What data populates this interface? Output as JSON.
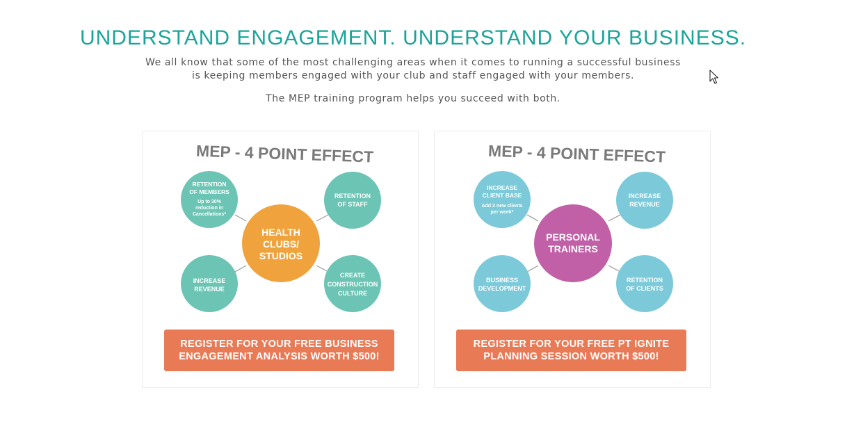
{
  "header": {
    "title": "UNDERSTAND ENGAGEMENT. UNDERSTAND YOUR BUSINESS.",
    "intro_line1": "We all know that some of the most challenging areas when it comes to running a successful business",
    "intro_line2": "is keeping members engaged with your club and staff engaged with your members.",
    "subline": "The MEP training program helps you succeed with both."
  },
  "colors": {
    "headline": "#1aa49a",
    "body_text": "#555555",
    "cta": "#e97a56",
    "club_bubble": "#6cc5b4",
    "club_center": "#f0a33c",
    "pt_bubble": "#7ccad9",
    "pt_center": "#c160a6"
  },
  "cards": [
    {
      "title": "MEP - 4 POINT EFFECT",
      "center": {
        "line1": "HEALTH",
        "line2": "CLUBS/",
        "line3": "STUDIOS"
      },
      "top_left": {
        "line1": "RETENTION",
        "line2": "OF MEMBERS",
        "note1": "Up to 30%",
        "note2": "reduction in",
        "note3": "Cancellations*"
      },
      "top_right": {
        "line1": "RETENTION",
        "line2": "OF STAFF"
      },
      "bottom_left": {
        "line1": "INCREASE",
        "line2": "REVENUE"
      },
      "bottom_right": {
        "line1": "CREATE",
        "line2": "CONSTRUCTION",
        "line3": "CULTURE"
      },
      "cta_line1": "REGISTER FOR YOUR FREE BUSINESS",
      "cta_line2": "ENGAGEMENT ANALYSIS WORTH $500!"
    },
    {
      "title": "MEP - 4 POINT EFFECT",
      "center": {
        "line1": "PERSONAL",
        "line2": "TRAINERS"
      },
      "top_left": {
        "line1": "INCREASE",
        "line2": "CLIENT BASE",
        "note1": "Add 2 new clients",
        "note2": "per week*"
      },
      "top_right": {
        "line1": "INCREASE",
        "line2": "REVENUE"
      },
      "bottom_left": {
        "line1": "BUSINESS",
        "line2": "DEVELOPMENT"
      },
      "bottom_right": {
        "line1": "RETENTION",
        "line2": "OF CLIENTS"
      },
      "cta_line1": "REGISTER FOR YOUR FREE PT IGNITE",
      "cta_line2": "PLANNING SESSION WORTH $500!"
    }
  ]
}
